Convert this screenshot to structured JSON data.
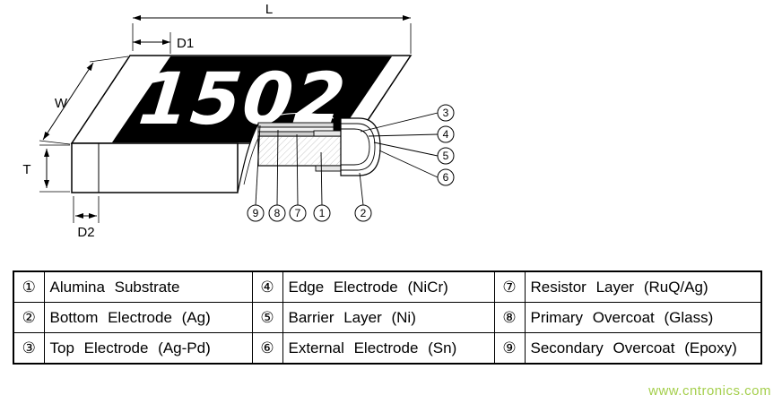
{
  "diagram": {
    "marking": "1502",
    "dims": {
      "L": "L",
      "D1": "D1",
      "W": "W",
      "T": "T",
      "D2": "D2"
    },
    "callouts": {
      "c1": "1",
      "c2": "2",
      "c3": "3",
      "c4": "4",
      "c5": "5",
      "c6": "6",
      "c7": "7",
      "c8": "8",
      "c9": "9"
    }
  },
  "legend": {
    "rows": [
      [
        "①",
        "Alumina Substrate",
        "④",
        "Edge Electrode (NiCr)",
        "⑦",
        "Resistor Layer (RuQ/Ag)"
      ],
      [
        "②",
        "Bottom Electrode (Ag)",
        "⑤",
        "Barrier Layer (Ni)",
        "⑧",
        "Primary Overcoat (Glass)"
      ],
      [
        "③",
        "Top Electrode (Ag-Pd)",
        "⑥",
        "External Electrode (Sn)",
        "⑨",
        "Secondary Overcoat (Epoxy)"
      ]
    ]
  },
  "watermark": {
    "text": "www.cntronics.com",
    "color": "#a5cf4d"
  }
}
